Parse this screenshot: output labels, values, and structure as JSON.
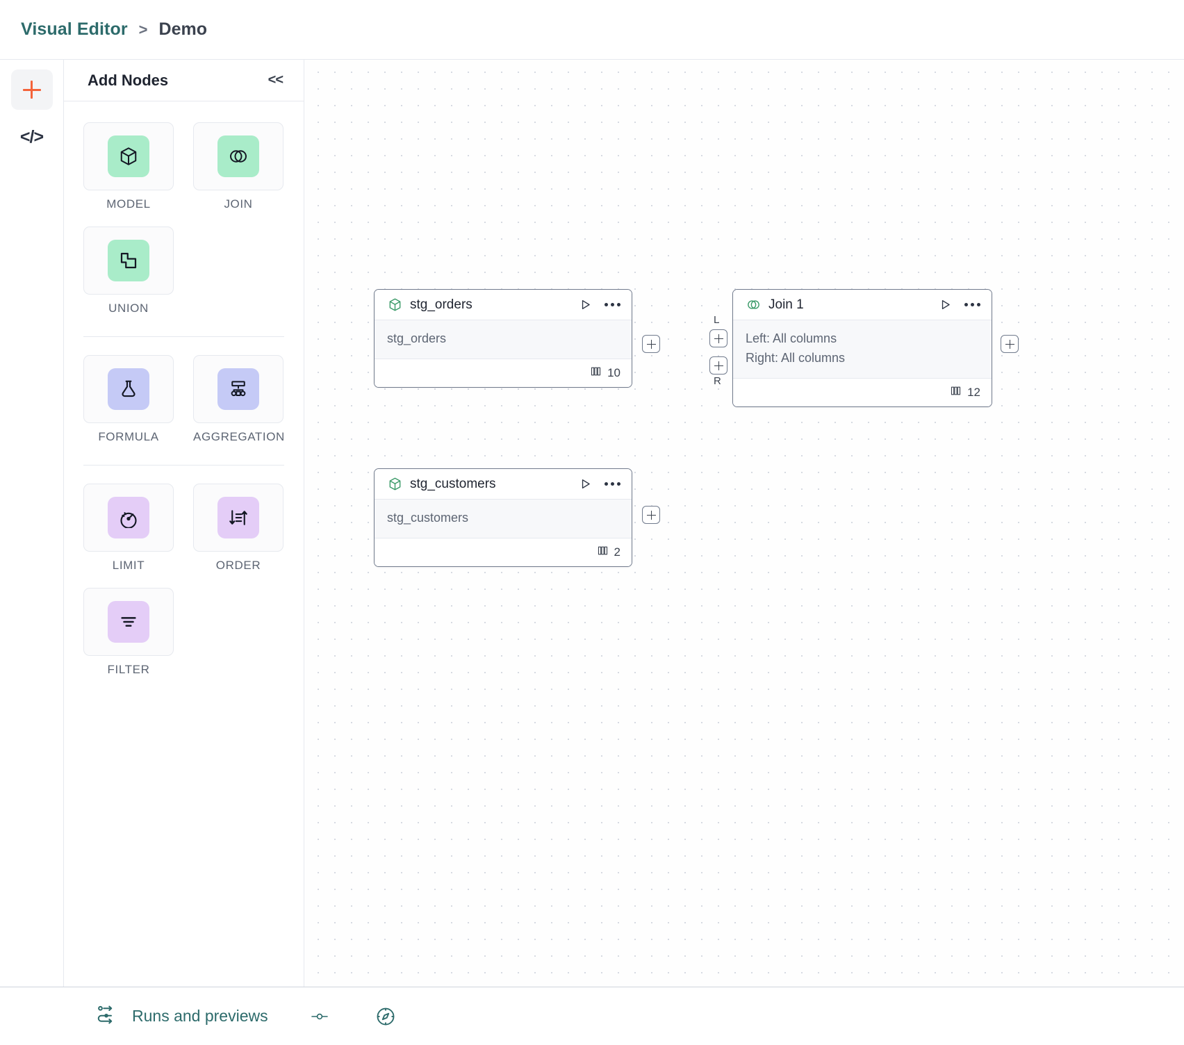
{
  "header": {
    "breadcrumb_root": "Visual Editor",
    "breadcrumb_separator": ">",
    "breadcrumb_current": "Demo"
  },
  "rail": {
    "add_icon": "plus-icon",
    "code_icon": "code-brackets-icon",
    "code_label": "</>"
  },
  "panel": {
    "title": "Add Nodes",
    "collapse_label": "<<",
    "groups": [
      {
        "items": [
          {
            "label": "MODEL",
            "icon": "cube-icon",
            "swatch": "#a9ecc9"
          },
          {
            "label": "JOIN",
            "icon": "venn-circles-icon",
            "swatch": "#a9ecc9"
          },
          {
            "label": "UNION",
            "icon": "union-shapes-icon",
            "swatch": "#a9ecc9"
          }
        ]
      },
      {
        "items": [
          {
            "label": "FORMULA",
            "icon": "flask-icon",
            "swatch": "#c5caf6"
          },
          {
            "label": "AGGREGATION",
            "icon": "hierarchy-icon",
            "swatch": "#c5caf6"
          }
        ]
      },
      {
        "items": [
          {
            "label": "LIMIT",
            "icon": "gauge-icon",
            "swatch": "#e4cdf7"
          },
          {
            "label": "ORDER",
            "icon": "sort-arrows-icon",
            "swatch": "#e4cdf7"
          },
          {
            "label": "FILTER",
            "icon": "filter-lines-icon",
            "swatch": "#e4cdf7"
          }
        ]
      }
    ]
  },
  "canvas": {
    "nodes": [
      {
        "id": "stg_orders",
        "icon": "cube-icon",
        "title": "stg_orders",
        "body_lines": [
          "stg_orders"
        ],
        "columns": "10",
        "columns_icon": "columns-icon",
        "run_icon": "play-icon",
        "menu_icon": "more-icon"
      },
      {
        "id": "stg_customers",
        "icon": "cube-icon",
        "title": "stg_customers",
        "body_lines": [
          "stg_customers"
        ],
        "columns": "2",
        "columns_icon": "columns-icon",
        "run_icon": "play-icon",
        "menu_icon": "more-icon"
      },
      {
        "id": "join_1",
        "icon": "venn-circles-icon",
        "title": "Join 1",
        "body_lines": [
          "Left: All columns",
          "Right: All columns"
        ],
        "columns": "12",
        "columns_icon": "columns-icon",
        "run_icon": "play-icon",
        "menu_icon": "more-icon"
      }
    ],
    "handles": {
      "left_tag": "L",
      "right_tag": "R",
      "add_glyph": "+"
    }
  },
  "footer": {
    "runs_icon": "runs-previews-icon",
    "runs_label": "Runs and previews",
    "slider_icon": "slider-icon",
    "compass_icon": "compass-icon"
  },
  "colors": {
    "accent_teal": "#2d6b6b",
    "accent_orange": "#f4633a",
    "node_green": "#a9ecc9",
    "node_indigo": "#c5caf6",
    "node_violet": "#e4cdf7",
    "node_border": "#707a8c"
  }
}
